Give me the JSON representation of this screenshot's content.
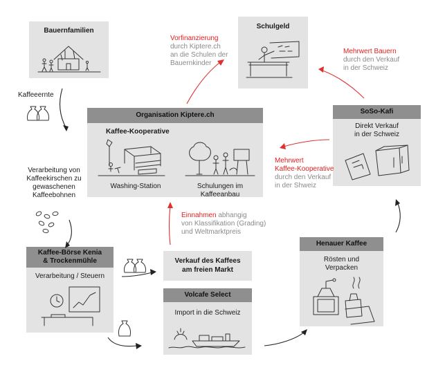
{
  "boxes": {
    "bauernfamilien": {
      "title": "Bauernfamilien"
    },
    "schulgeld": {
      "title": "Schulgeld"
    },
    "kiptere": {
      "header": "Organisation Kiptere.ch",
      "subtitle": "Kaffee-Kooperative",
      "washing": "Washing-Station",
      "schulungen": "Schulungen im Kaffeeanbau"
    },
    "soso": {
      "header": "SoSo-Kafi",
      "line1": "Direkt Verkauf",
      "line2": "in der Schweiz"
    },
    "boerse": {
      "header1": "Kaffee-Börse Kenia",
      "header2": "& Trockenmühle",
      "text": "Verarbeitung / Steuern"
    },
    "verkauf": {
      "line1": "Verkauf des Kaffees",
      "line2": "am freien Markt"
    },
    "volcafe": {
      "header": "Volcafe Select",
      "text": "Import in die Schweiz"
    },
    "henauer": {
      "header": "Henauer Kaffee",
      "line1": "Rösten und",
      "line2": "Verpacken"
    }
  },
  "labels": {
    "kaffeeernte": "Kaffeeernte",
    "verarbeitung": [
      "Verarbeitung von",
      "Kaffeekirschen zu",
      "gewaschenen",
      "Kaffeebohnen"
    ],
    "vorfinanzierung": {
      "red": "Vorfinanzierung",
      "grey": [
        "durch Kiptere.ch",
        "an die Schulen der",
        "Bauernkinder"
      ]
    },
    "mehrwert_bauern": {
      "red": "Mehrwert Bauern",
      "grey": [
        "durch den Verkauf",
        "in der Schweiz"
      ]
    },
    "mehrwert_koop": {
      "red": [
        "Mehrwert",
        "Kaffee-Kooperative"
      ],
      "grey": [
        "durch den Verkauf",
        "in der Shweiz"
      ]
    },
    "einnahmen": {
      "red": "Einnahmen",
      "grey_inline": " abhangig",
      "grey": [
        "von Klassifikation (Grading)",
        "und Weltmarktpreis"
      ]
    }
  },
  "colors": {
    "box": "#e3e3e3",
    "header": "#8f8f8f",
    "accent_red": "#e02020",
    "muted": "#8a8a8a"
  }
}
